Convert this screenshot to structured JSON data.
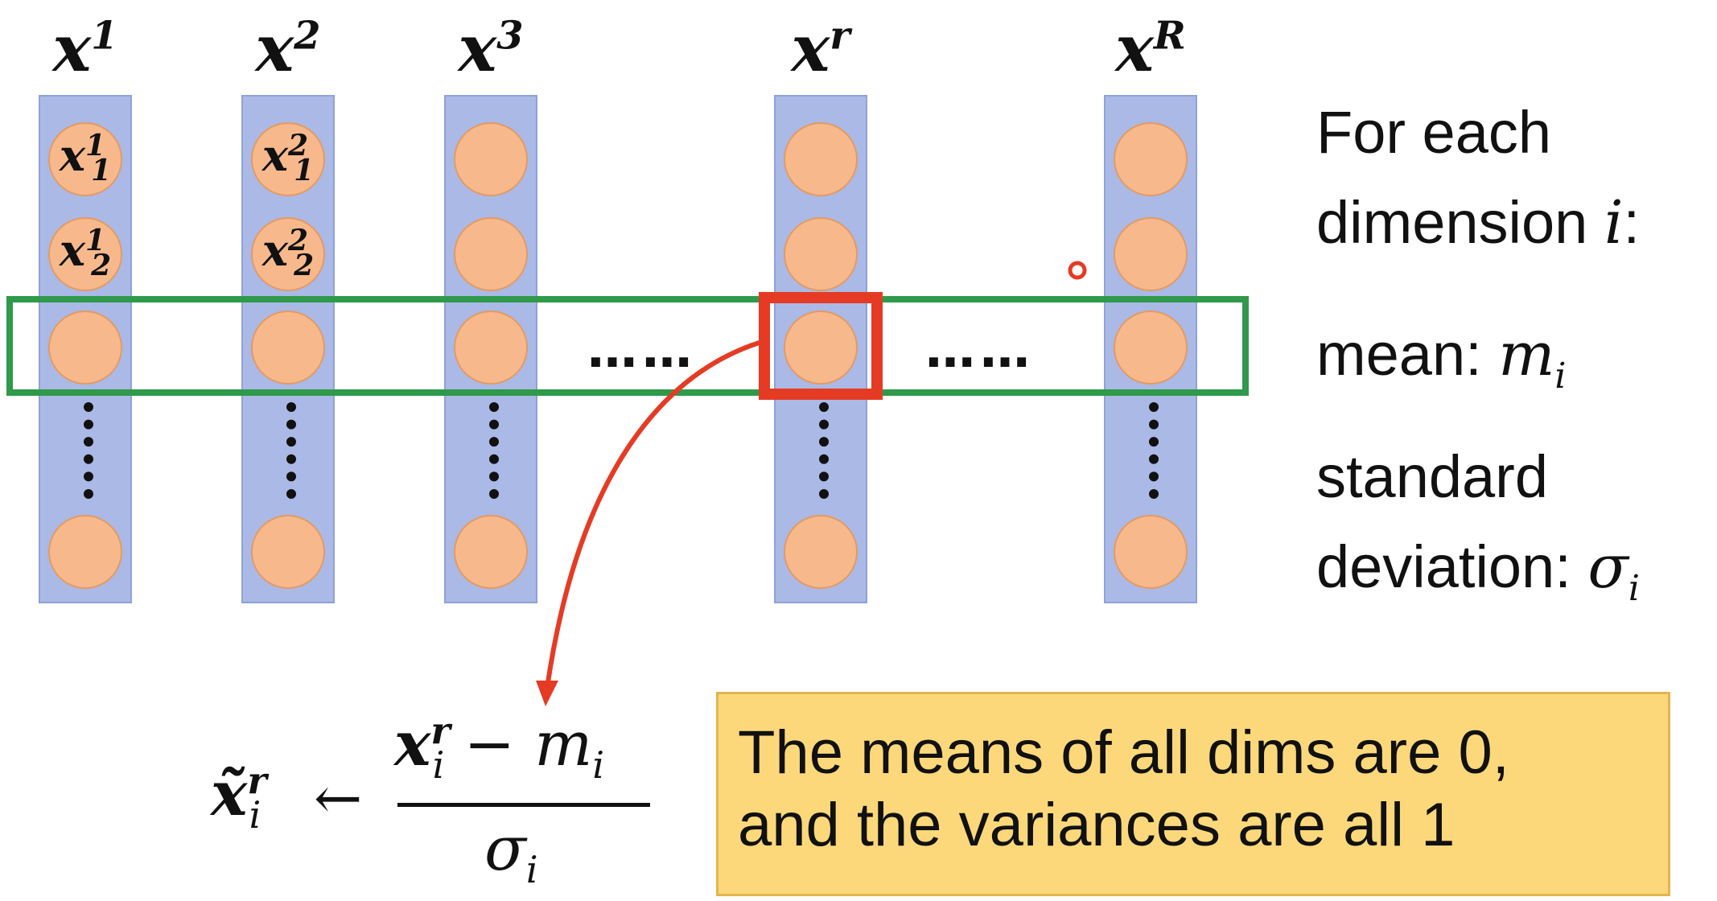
{
  "colors": {
    "column_fill": "#aab9e6",
    "circle_fill": "#f7b98c",
    "row_highlight": "#2e9a4a",
    "cell_highlight": "#e53b24",
    "callout_fill": "#fdd87a"
  },
  "columns": [
    {
      "base": "x",
      "sup": "1"
    },
    {
      "base": "x",
      "sup": "2"
    },
    {
      "base": "x",
      "sup": "3"
    },
    {
      "base": "x",
      "sup": "r"
    },
    {
      "base": "x",
      "sup": "R"
    }
  ],
  "elements": {
    "col1_row1": {
      "base": "x",
      "sup": "1",
      "sub": "1"
    },
    "col1_row2": {
      "base": "x",
      "sup": "1",
      "sub": "2"
    },
    "col2_row1": {
      "base": "x",
      "sup": "2",
      "sub": "1"
    },
    "col2_row2": {
      "base": "x",
      "sup": "2",
      "sub": "2"
    }
  },
  "row_dots": "……",
  "side": {
    "line1": "For each",
    "line2": "dimension ",
    "line2_var": "i",
    "line2_end": ":",
    "mean_label": "mean: ",
    "mean_var": "m",
    "mean_sub": "i",
    "std_line1": "standard",
    "std_line2": "deviation: ",
    "std_var": "σ",
    "std_sub": "i"
  },
  "formula": {
    "lhs_base": "x̃",
    "lhs_sup": "r",
    "lhs_sub": "i",
    "arrow": "←",
    "num_base": "x",
    "num_sup": "r",
    "num_sub": "i",
    "minus": " − ",
    "num_m": "m",
    "num_m_sub": "i",
    "den": "σ",
    "den_sub": "i"
  },
  "callout": {
    "line1": "The means of all dims are 0,",
    "line2": "and the variances are all 1"
  }
}
